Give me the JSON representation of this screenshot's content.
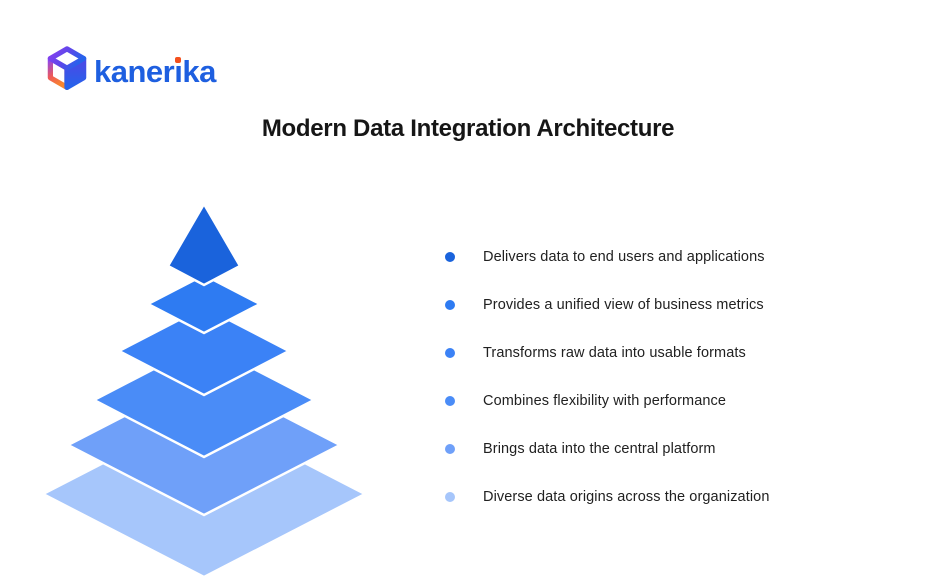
{
  "brand": {
    "name": "kanerika",
    "wordmark_parts": {
      "pre": "kaner",
      "i": "ı",
      "post": "ka"
    },
    "wordmark_color": "#1e5fe0",
    "i_dot_color": "#f4511e",
    "icon": "kanerika-cube-logo"
  },
  "title": "Modern Data Integration Architecture",
  "pyramid": {
    "layers": [
      {
        "level": 1,
        "color": "#1a63dc",
        "description": "Delivers data to end users and applications"
      },
      {
        "level": 2,
        "color": "#2e7bf2",
        "description": "Provides a unified view of business metrics"
      },
      {
        "level": 3,
        "color": "#3b82f6",
        "description": "Transforms raw data into usable formats"
      },
      {
        "level": 4,
        "color": "#4a8cf7",
        "description": "Combines flexibility with performance"
      },
      {
        "level": 5,
        "color": "#6fa0f9",
        "description": "Brings data into the central platform"
      },
      {
        "level": 6,
        "color": "#a6c6fb",
        "description": "Diverse data origins across the organization"
      }
    ]
  }
}
